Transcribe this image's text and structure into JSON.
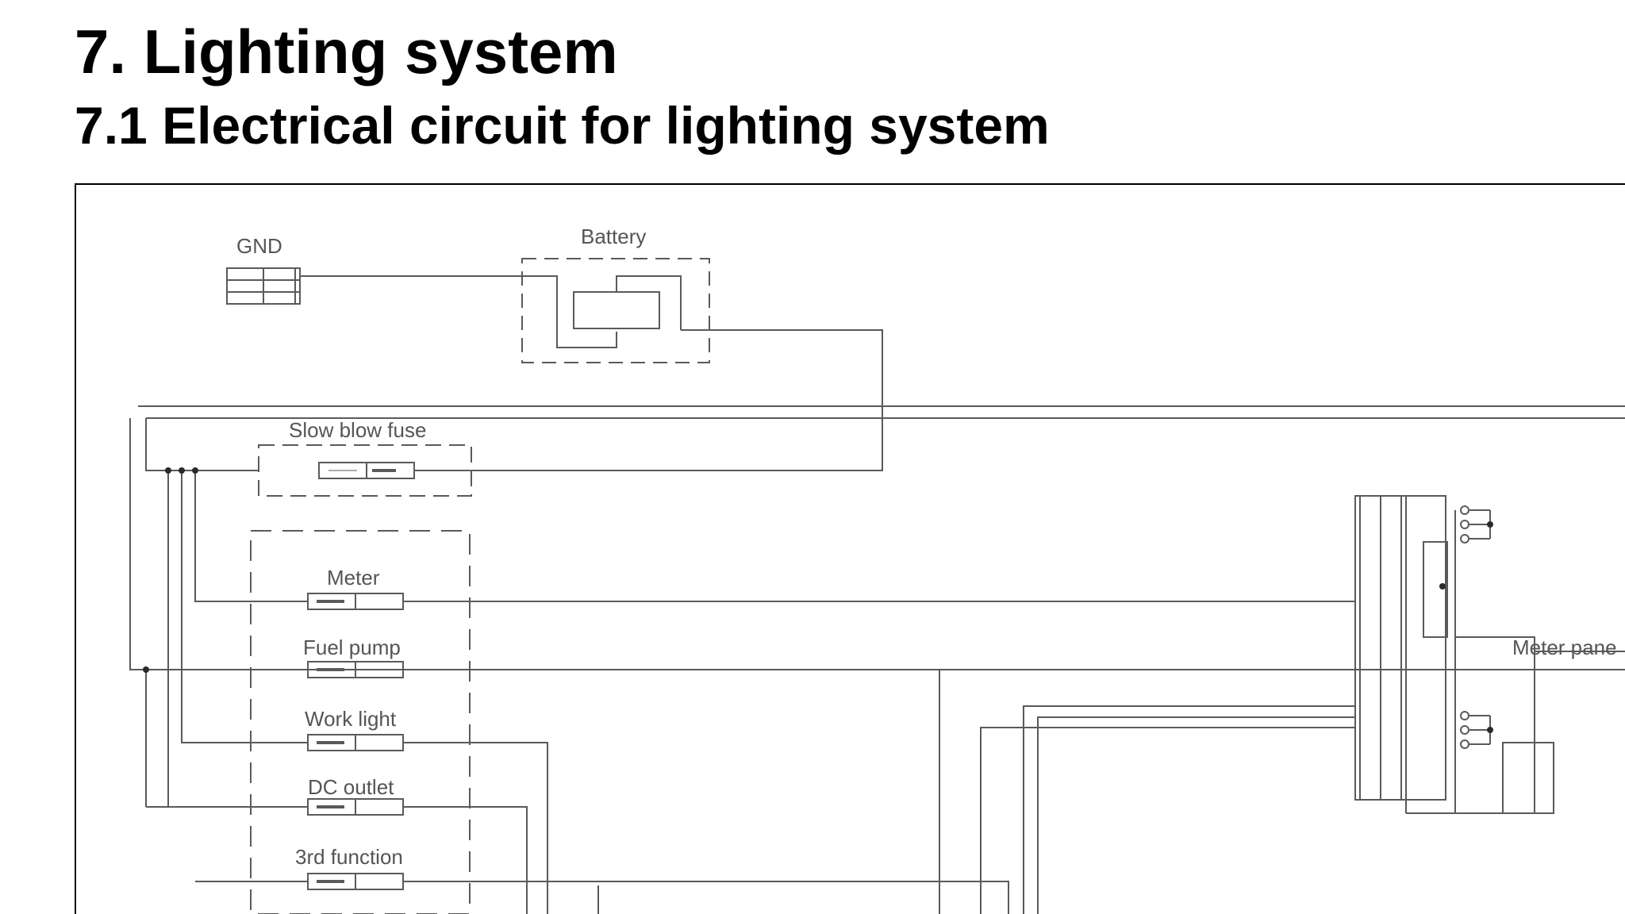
{
  "document": {
    "chapter_title": "7. Lighting system",
    "section_title": "7.1 Electrical circuit for lighting system"
  },
  "diagram": {
    "components": {
      "gnd": "GND",
      "battery": "Battery",
      "slow_blow_fuse": "Slow blow fuse",
      "meter_panel": "Meter pane"
    },
    "fuses": [
      {
        "label": "Meter"
      },
      {
        "label": "Fuel pump"
      },
      {
        "label": "Work light"
      },
      {
        "label": "DC outlet"
      },
      {
        "label": "3rd function"
      }
    ]
  },
  "colors": {
    "text": "#000000",
    "diagram_line": "#5a5a5a",
    "diagram_label": "#555555",
    "background": "#ffffff"
  }
}
